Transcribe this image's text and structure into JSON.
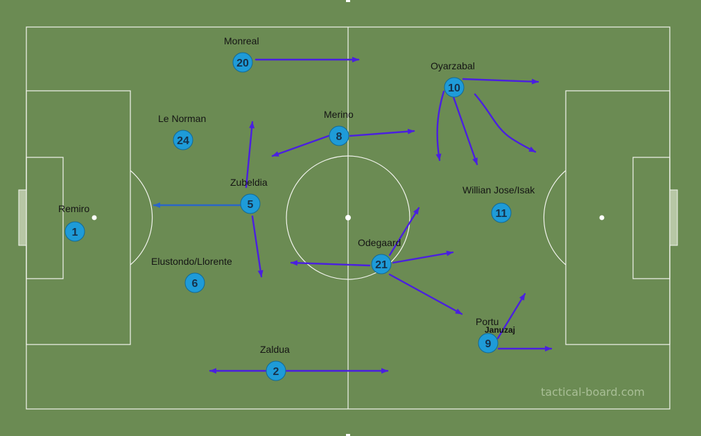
{
  "colors": {
    "pitch": "#6b8b53",
    "lines": "#f2f4ee",
    "token": "#1e9bd8",
    "token_number": "#16314a",
    "arrow": "#4a1fe0",
    "arrow_alt": "#2a66c8"
  },
  "players": [
    {
      "number": "1",
      "name": "Remiro"
    },
    {
      "number": "20",
      "name": "Monreal"
    },
    {
      "number": "24",
      "name": "Le Norman"
    },
    {
      "number": "5",
      "name": "Zubeldia"
    },
    {
      "number": "6",
      "name": "Elustondo/Llorente"
    },
    {
      "number": "2",
      "name": "Zaldua"
    },
    {
      "number": "8",
      "name": "Merino"
    },
    {
      "number": "21",
      "name": "Odegaard"
    },
    {
      "number": "10",
      "name": "Oyarzabal"
    },
    {
      "number": "11",
      "name": "Willian Jose/Isak"
    },
    {
      "number": "9",
      "name": "Portu",
      "secondary_name": "Januzaj"
    }
  ],
  "watermark": "tactical-board.com"
}
